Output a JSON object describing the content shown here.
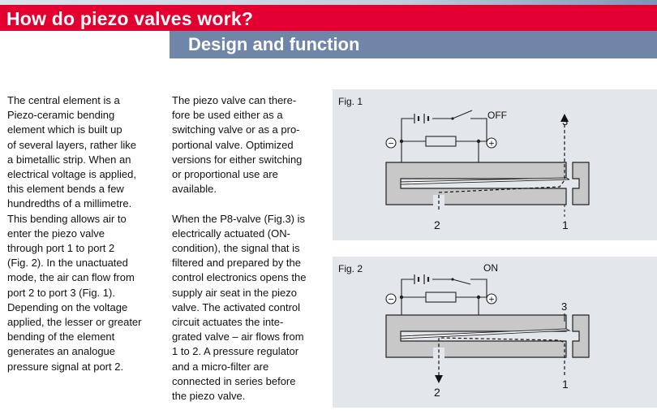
{
  "header": {
    "title": "How do piezo valves work?",
    "subtitle": "Design and function"
  },
  "column1": {
    "lines": [
      "The central element is a",
      "Piezo-ceramic bending",
      "element which is built up",
      "of several layers, rather like",
      "a bimetallic strip. When an",
      "electrical voltage is applied,",
      "this element bends a few",
      "hundredths of a millimetre.",
      "This bending allows air to",
      "enter the piezo valve",
      "through port 1 to port 2",
      "(Fig. 2). In the unactuated",
      "mode, the air can flow from",
      "port 2 to port 3 (Fig. 1).",
      "Depending on the voltage",
      "applied, the lesser or greater",
      "bending of the element",
      "generates an analogue",
      "pressure signal at port 2."
    ]
  },
  "column2": {
    "para1": [
      "The piezo valve can there-",
      "fore be used either as a",
      "switching valve or as a pro-",
      "portional valve. Optimized",
      "versions for either switching",
      "or proportional use are",
      "available."
    ],
    "para2": [
      "When the P8-valve (Fig.3) is",
      "electrically actuated (ON-",
      "condition), the signal that is",
      "filtered and prepared by the",
      "control electronics opens the",
      "supply air seat in the piezo",
      "valve. The activated control",
      "circuit actuates the inte-",
      "grated valve – air flows from",
      "1 to 2. A pressure regulator",
      "and a micro-filter are",
      "connected in series before",
      "the piezo valve."
    ]
  },
  "fig1": {
    "label": "Fig. 1",
    "state": "OFF",
    "minus": "−",
    "plus": "+",
    "port1": "1",
    "port2": "2",
    "port3": "3"
  },
  "fig2": {
    "label": "Fig. 2",
    "state": "ON",
    "minus": "−",
    "plus": "+",
    "port1": "1",
    "port2": "2",
    "port3": "3"
  },
  "colors": {
    "red": "#e30030",
    "blue": "#6f86a9",
    "panel": "#e3e6ea",
    "valve_fill": "#c8c8c8"
  }
}
